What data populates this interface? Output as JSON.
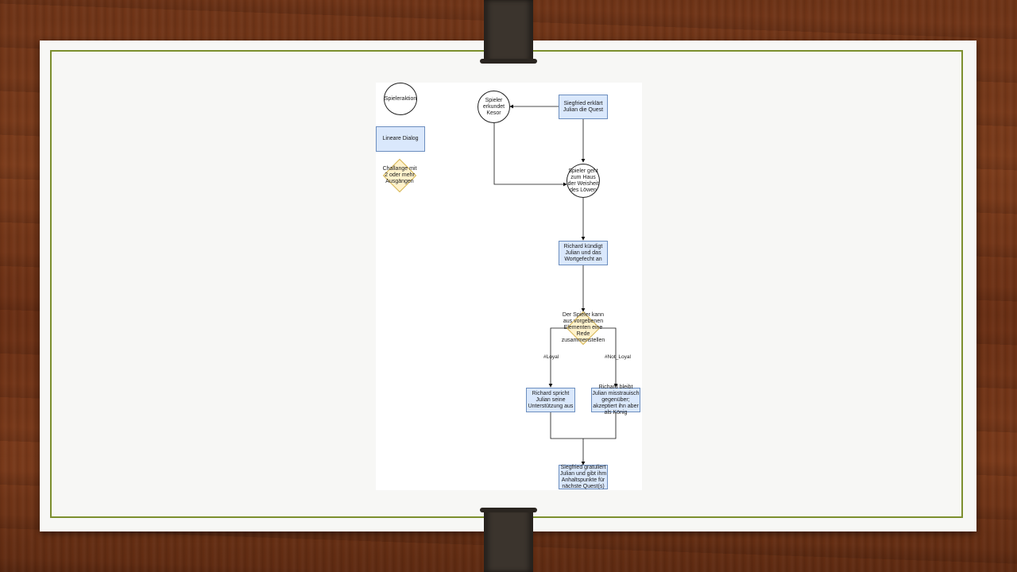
{
  "legend": {
    "player_action": "Spieleraktion",
    "linear_dialog": "Lineare Dialog",
    "challenge": "Challange mit 2 oder mehr Ausgängen"
  },
  "nodes": {
    "siegfried_explains": "Siegfried erklärt Julian die Quest",
    "player_explores": "Spieler erkundet Kesor",
    "player_goes": "Spieler geht zum Haus der Weisheit des Löwen",
    "richard_announces": "Richard kündigt Julian und das Wortgefecht an",
    "speech_challenge": "Der Spieler kann aus vorgebenen Elementen eine Rede zusammenstellen",
    "richard_supports": "Richard spricht Julian seine Unterstützung aus",
    "richard_suspicious": "Richard bleibt Julian misstrauisch gegenüber; akzeptiert ihn aber als König",
    "siegfried_congrats": "Siegfried gratuliert Julian und gibt ihm Anhaltspunkte für nächste Quest(s)"
  },
  "edge_labels": {
    "loyal": "#Loyal",
    "not_loyal": "#Not_Loyal"
  },
  "colors": {
    "dialog_fill": "#dae8fc",
    "dialog_stroke": "#6c8ebf",
    "challenge_fill": "#fff2cc",
    "challenge_stroke": "#d6b656",
    "frame_accent": "#7c8f2e"
  }
}
